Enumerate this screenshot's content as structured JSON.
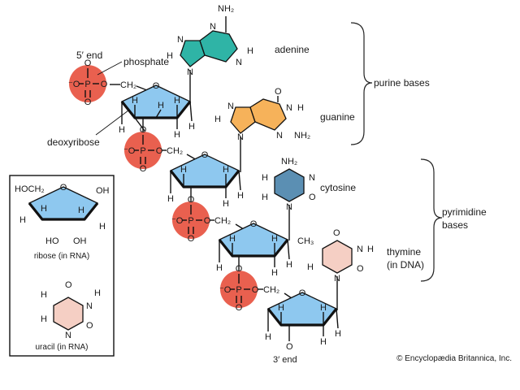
{
  "labels": {
    "five_prime_end": "5′ end",
    "three_prime_end": "3′ end",
    "phosphate": "phosphate",
    "deoxyribose": "deoxyribose",
    "adenine": "adenine",
    "guanine": "guanine",
    "cytosine": "cytosine",
    "thymine": "thymine",
    "in_dna": "(in DNA)",
    "purine_bases": "purine bases",
    "pyrimidine": "pyrimidine",
    "bases": "bases"
  },
  "inset": {
    "ribose_caption": "ribose (in RNA)",
    "uracil_caption": "uracil (in RNA)"
  },
  "credit": "© Encyclopædia Britannica, Inc.",
  "atoms": {
    "O": "O",
    "H": "H",
    "N": "N",
    "P": "P",
    "CH2": "CH₂",
    "CH3": "CH₃",
    "NH2": "NH₂",
    "HOCH2": "HOCH₂",
    "OH": "OH",
    "HO": "HO",
    "O_minus": "⁻O"
  },
  "colors": {
    "sugar": "#8ec8ef",
    "phosphate": "#e9604f",
    "adenine": "#2fb4a6",
    "guanine": "#f6b25a",
    "cytosine": "#5b8fb3",
    "thymine": "#f5cfc4",
    "uracil": "#f5cfc4"
  }
}
